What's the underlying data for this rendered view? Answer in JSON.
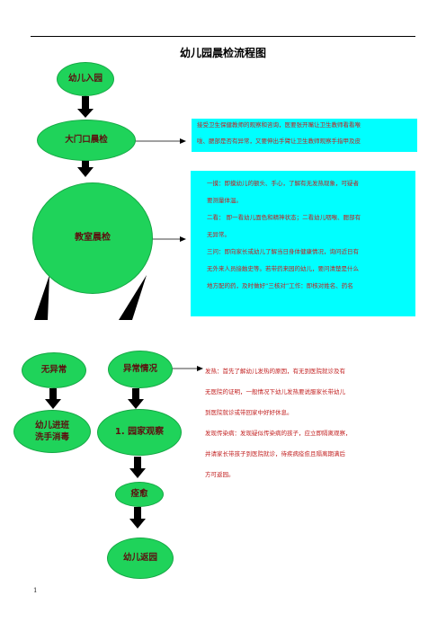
{
  "title": "幼儿园晨检流程图",
  "nodes": {
    "entry": "幼儿入园",
    "gate": "大门口晨检",
    "classroom": "教室晨检",
    "normal": "无异常",
    "abnormal": "异常情况",
    "wash": [
      "幼儿进班",
      "洗手消毒"
    ],
    "observe": "1. 园家观察",
    "recover": "痊愈",
    "return": "幼儿返园"
  },
  "boxes": {
    "gate_note": [
      "接受卫生保健教师的观察和咨询，医要张开嘴让卫生教师看看喉",
      "咙、腮部是否有异常，又要伸出手臂让卫生教师观察手指甲及皮"
    ],
    "classroom_note": [
      "一摸：即摸幼儿的额头、手心，了解有无发热现象，可疑者",
      "要测量体温。",
      "二看： 即一看幼儿面色和精神状态；二看幼儿咽喉、腮部有",
      "无异常。",
      "三问：即向家长或幼儿了解当日身体健康情况，询问近日有",
      "无外来人员接触史等。若带药来园的幼儿，要问清楚是什么",
      "地方配的药，及时做好“三核对”工作：即核对姓名、药名"
    ],
    "abnormal_note": [
      "发热：首先了解幼儿发热的原因，有无到医院就诊及有",
      "无医院的证明，一般情况下幼儿发热要说服家长带幼儿",
      "到医院就诊或带回家中好好休息。",
      "发现传染病：发现疑似传染病的孩子，应立即隔离观察，",
      "并请家长带孩子到医院就诊，待疾病痊愈且隔离期满后",
      "方可返园。"
    ]
  },
  "page_number": "1",
  "colors": {
    "node": "#1fd35a",
    "box": "#00ffff",
    "note_text": "#c22020",
    "node_text": "#5c0f0f"
  }
}
